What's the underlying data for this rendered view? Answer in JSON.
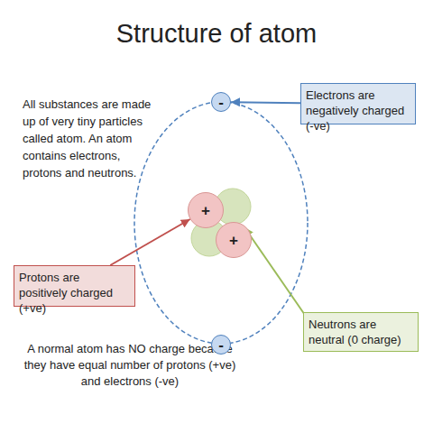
{
  "diagram": {
    "title": "Structure of atom",
    "nodes": [
      {
        "text": [
          "Electrons are negatively charged (-ve)"
        ]
      },
      {
        "text": [
          "-"
        ]
      },
      {
        "text": [
          "+"
        ]
      },
      {
        "text": [
          "+"
        ]
      },
      {
        "text": [
          "Protons are positively charged (+ve)"
        ]
      },
      {
        "text": [
          "Neutrons are neutral (0 charge)"
        ]
      },
      {
        "text": [
          "-"
        ]
      }
    ],
    "edges": [
      {
        "from": 0,
        "to": 1,
        "arrow": "to"
      },
      {
        "from": 4,
        "to": 2,
        "arrow": "to"
      }
    ],
    "labels": [
      "All substances are made up of very tiny particles called atom. An atom contains electrons, protons and neutrons.",
      "A normal atom has NO charge because they have equal number of protons (+ve) and electrons (-ve)"
    ]
  }
}
